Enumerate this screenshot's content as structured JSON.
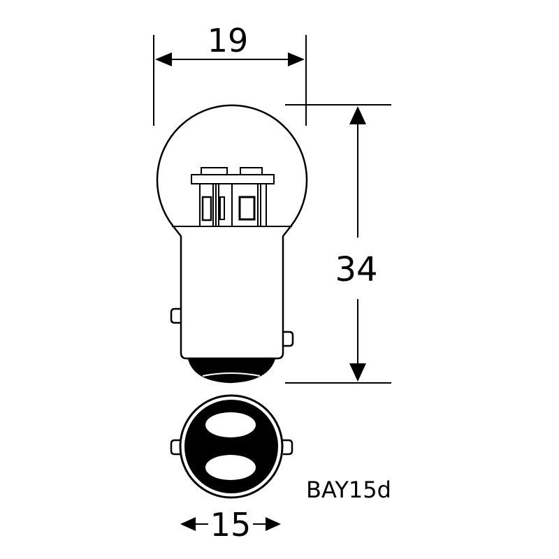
{
  "dimensions": {
    "width_label": "19",
    "height_label": "34",
    "base_diameter_label": "15"
  },
  "base_type": "BAY15d",
  "colors": {
    "line": "#000000",
    "background": "#ffffff"
  }
}
